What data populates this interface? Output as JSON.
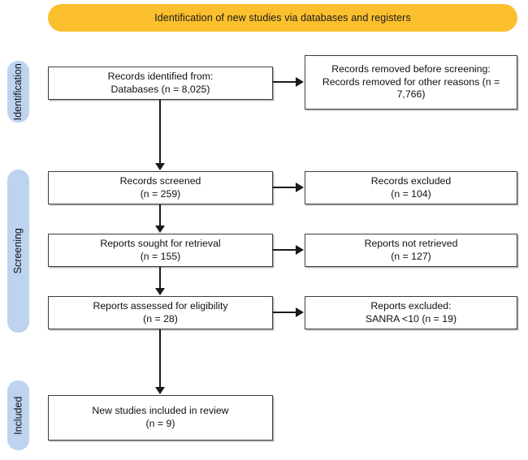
{
  "banner": {
    "title": "Identification of new studies via databases and registers",
    "color": "#fcbf2e"
  },
  "stages": [
    {
      "id": "identification",
      "label": "Identification",
      "color": "#bdd3ef"
    },
    {
      "id": "screening",
      "label": "Screening",
      "color": "#bdd3ef"
    },
    {
      "id": "included",
      "label": "Included",
      "color": "#bdd3ef"
    }
  ],
  "flow": {
    "row1": {
      "left": "Records identified from:\nDatabases (n = 8,025)",
      "right": "Records removed before screening:\nRecords removed for other reasons (n = 7,766)"
    },
    "row2": {
      "left": "Records screened\n(n = 259)",
      "right": "Records excluded\n(n = 104)"
    },
    "row3": {
      "left": "Reports sought for retrieval\n(n = 155)",
      "right": "Reports not retrieved\n(n = 127)"
    },
    "row4": {
      "left": "Reports assessed for eligibility\n(n = 28)",
      "right": "Reports excluded:\nSANRA <10 (n = 19)"
    },
    "row5": {
      "left": "New studies included in review\n(n = 9)"
    }
  },
  "chart_data": {
    "type": "diagram",
    "title": "Identification of new studies via databases and registers",
    "stages": [
      "Identification",
      "Screening",
      "Included"
    ],
    "nodes": [
      {
        "id": "records-identified",
        "stage": "Identification",
        "label": "Records identified from: Databases",
        "n": 8025
      },
      {
        "id": "records-removed",
        "stage": "Identification",
        "label": "Records removed before screening: Records removed for other reasons",
        "n": 7766
      },
      {
        "id": "records-screened",
        "stage": "Screening",
        "label": "Records screened",
        "n": 259
      },
      {
        "id": "records-excluded",
        "stage": "Screening",
        "label": "Records excluded",
        "n": 104
      },
      {
        "id": "reports-sought",
        "stage": "Screening",
        "label": "Reports sought for retrieval",
        "n": 155
      },
      {
        "id": "reports-not-retrieved",
        "stage": "Screening",
        "label": "Reports not retrieved",
        "n": 127
      },
      {
        "id": "reports-assessed",
        "stage": "Screening",
        "label": "Reports assessed for eligibility",
        "n": 28
      },
      {
        "id": "reports-excluded",
        "stage": "Screening",
        "label": "Reports excluded: SANRA <10",
        "n": 19
      },
      {
        "id": "new-studies-included",
        "stage": "Included",
        "label": "New studies included in review",
        "n": 9
      }
    ],
    "edges": [
      {
        "from": "records-identified",
        "to": "records-removed",
        "direction": "right"
      },
      {
        "from": "records-identified",
        "to": "records-screened",
        "direction": "down"
      },
      {
        "from": "records-screened",
        "to": "records-excluded",
        "direction": "right"
      },
      {
        "from": "records-screened",
        "to": "reports-sought",
        "direction": "down"
      },
      {
        "from": "reports-sought",
        "to": "reports-not-retrieved",
        "direction": "right"
      },
      {
        "from": "reports-sought",
        "to": "reports-assessed",
        "direction": "down"
      },
      {
        "from": "reports-assessed",
        "to": "reports-excluded",
        "direction": "right"
      },
      {
        "from": "reports-assessed",
        "to": "new-studies-included",
        "direction": "down"
      }
    ]
  }
}
